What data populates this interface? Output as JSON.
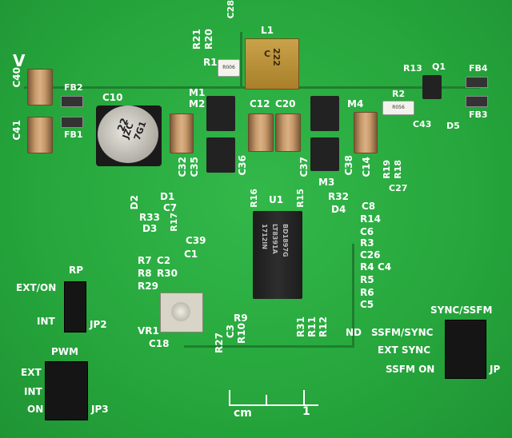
{
  "labels": {
    "v": "V",
    "c40": "C40",
    "c41": "C41",
    "fb2": "FB2",
    "fb1": "FB1",
    "c10": "C10",
    "c28": "C28",
    "r21": "R21",
    "r20": "R20",
    "l1": "L1",
    "r1": "R1",
    "m1": "M1",
    "m2": "M2",
    "c32": "C32",
    "c35": "C35",
    "c36": "C36",
    "c12": "C12",
    "c20": "C20",
    "m4": "M4",
    "c37": "C37",
    "c38": "C38",
    "c14": "C14",
    "m3": "M3",
    "r13": "R13",
    "q1": "Q1",
    "fb4": "FB4",
    "r2": "R2",
    "c43": "C43",
    "d5": "D5",
    "fb3": "FB3",
    "r19": "R19",
    "r18": "R18",
    "c27": "C27",
    "d2": "D2",
    "d1": "D1",
    "r16": "R16",
    "u1": "U1",
    "r15": "R15",
    "r32": "R32",
    "c8": "C8",
    "r33": "R33",
    "c7": "C7",
    "d3": "D3",
    "r17": "R17",
    "d4": "D4",
    "r14": "R14",
    "c6": "C6",
    "c39": "C39",
    "r3": "R3",
    "c1": "C1",
    "c26": "C26",
    "r7": "R7",
    "c2": "C2",
    "r4": "R4",
    "c4": "C4",
    "r8": "R8",
    "r30": "R30",
    "r5": "R5",
    "r29": "R29",
    "r6": "R6",
    "c5": "C5",
    "rp": "RP",
    "ext_on": "EXT/ON",
    "int": "INT",
    "jp2": "JP2",
    "vr1": "VR1",
    "c18": "C18",
    "r27": "R27",
    "c3": "C3",
    "r9": "R9",
    "r10": "R10",
    "r31": "R31",
    "r11": "R11",
    "r12": "R12",
    "nd": "ND",
    "sync_ssfm": "SYNC/SSFM",
    "ssfm_sync": "SSFM/SYNC",
    "ext_sync": "EXT SYNC",
    "ssfm_on": "SSFM ON",
    "jp": "JP",
    "pwm": "PWM",
    "ext": "EXT",
    "int2": "INT",
    "on": "ON",
    "jp3": "JP3",
    "cm": "cm",
    "one": "1"
  },
  "markings": {
    "l1_c": "C",
    "l1_222": "222",
    "c10_22": "22",
    "c10_jzc": "JZC",
    "c10_7g1": "7G1",
    "r1_val": "R006",
    "r2_val": "R056",
    "u1_line1": "1712IN",
    "u1_line2": "LT8391A",
    "u1_line3": "BD1897G"
  }
}
